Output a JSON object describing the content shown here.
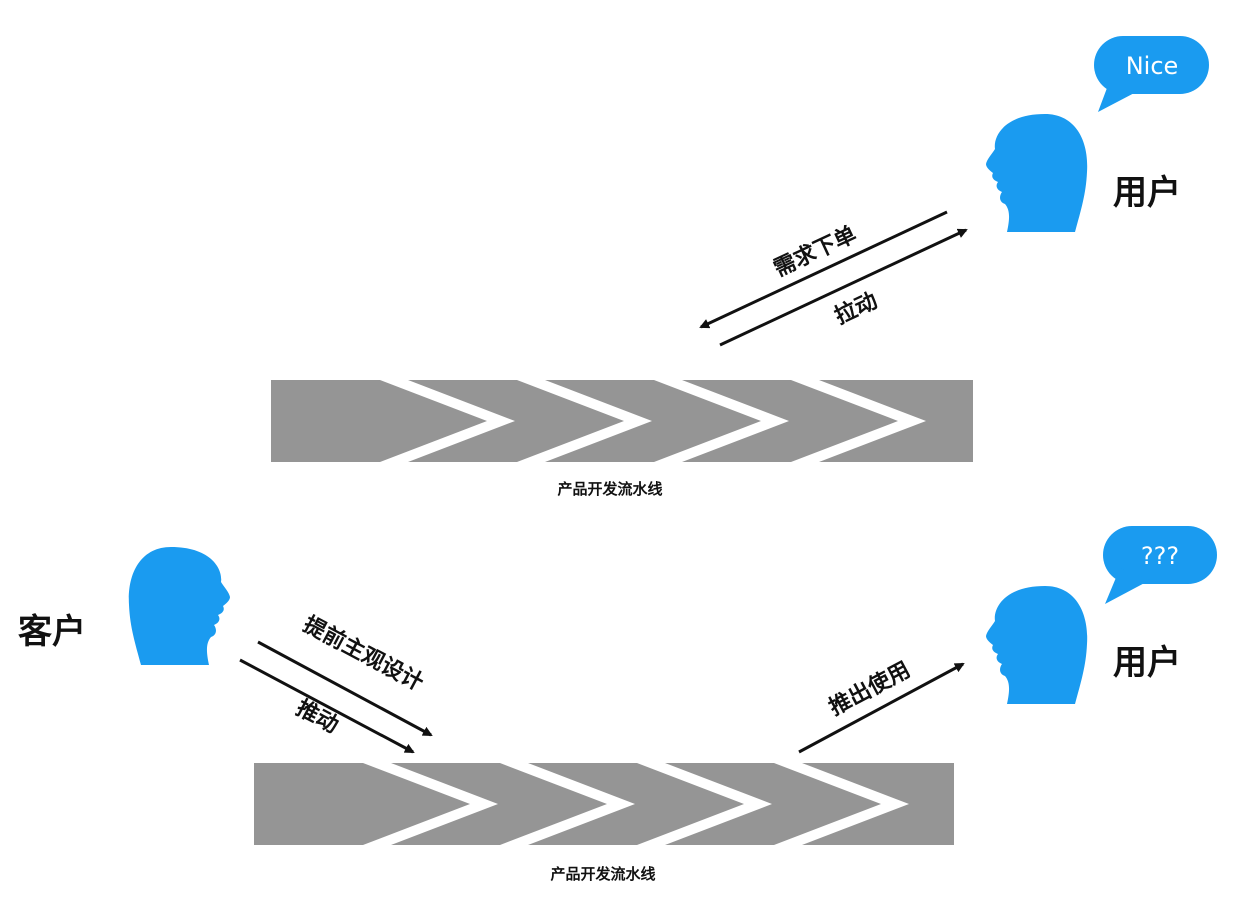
{
  "colors": {
    "head": "#1a9bf0",
    "bubble": "#1a9bf0",
    "pipeline": "#959595",
    "arrow": "#111111",
    "text": "#111111",
    "background": "#ffffff"
  },
  "top_scene": {
    "user": {
      "label": "用户",
      "icon": "head-silhouette-icon"
    },
    "bubble": {
      "text": "Nice"
    },
    "arrow_demand": {
      "label": "需求下单"
    },
    "arrow_pull": {
      "label": "拉动"
    },
    "pipeline": {
      "label": "产品开发流水线",
      "segments": 5
    }
  },
  "bottom_scene": {
    "client": {
      "label": "客户",
      "icon": "head-silhouette-icon"
    },
    "user": {
      "label": "用户",
      "icon": "head-silhouette-icon"
    },
    "bubble": {
      "text": "???"
    },
    "arrow_design": {
      "label": "提前主观设计"
    },
    "arrow_push": {
      "label": "推动"
    },
    "arrow_release": {
      "label": "推出使用"
    },
    "pipeline": {
      "label": "产品开发流水线",
      "segments": 5
    }
  }
}
